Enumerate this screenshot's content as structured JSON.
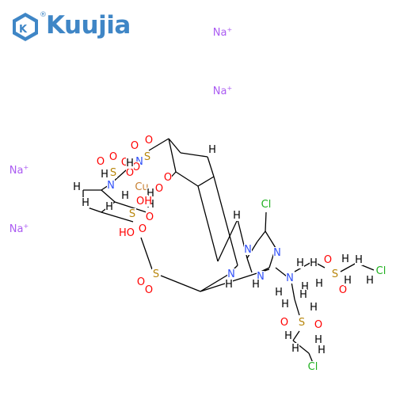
{
  "logo": {
    "text": "Kuujia",
    "mark": "K",
    "registered": "®",
    "color": "#3f86c6"
  },
  "colors": {
    "bond": "#000000",
    "oxygen": "#ff0000",
    "nitrogen": "#3050f8",
    "sulfur": "#b8860b",
    "chlorine": "#1fb01f",
    "sodium": "#ab5cf2",
    "copper": "#c88033",
    "hydrogen": "#000000"
  },
  "ions": {
    "na1": "Na+",
    "na2": "Na+",
    "na3": "Na+",
    "na4": "Na+"
  },
  "atoms": {
    "cl_triazine": "Cl",
    "n_t1": "N",
    "n_t2": "N",
    "n_t3": "N",
    "n_amine": "N",
    "n_azo": "N",
    "n_left": "N",
    "n_top": "N",
    "cu": "Cu",
    "cl_right": "Cl",
    "cl_bottom": "Cl",
    "s_right": "S",
    "s_bottom": "S",
    "s_mid": "S",
    "s_top": "S",
    "s_left": "S",
    "s_center": "S",
    "o": "O",
    "h": "H",
    "oh": "OH",
    "ho": "HO"
  }
}
